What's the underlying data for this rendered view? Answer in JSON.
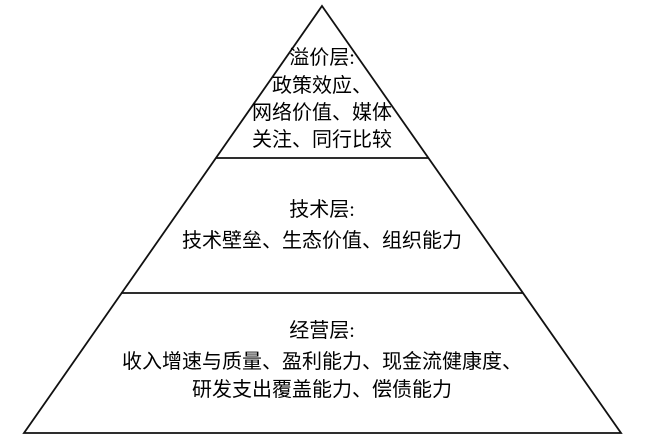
{
  "diagram": {
    "type": "pyramid",
    "layer_count": 3,
    "stroke_color": "#111111",
    "background_color": "#ffffff",
    "layers": [
      {
        "name": "premium-layer",
        "title": "溢价层:",
        "lines": [
          "政策效应、",
          "网络价值、媒体",
          "关注、同行比较"
        ]
      },
      {
        "name": "technology-layer",
        "title": "技术层:",
        "lines": [
          "技术壁垒、生态价值、组织能力"
        ]
      },
      {
        "name": "operations-layer",
        "title": "经营层:",
        "lines": [
          "收入增速与质量、盈利能力、现金流健康度、",
          "研发支出覆盖能力、偿债能力"
        ]
      }
    ]
  }
}
